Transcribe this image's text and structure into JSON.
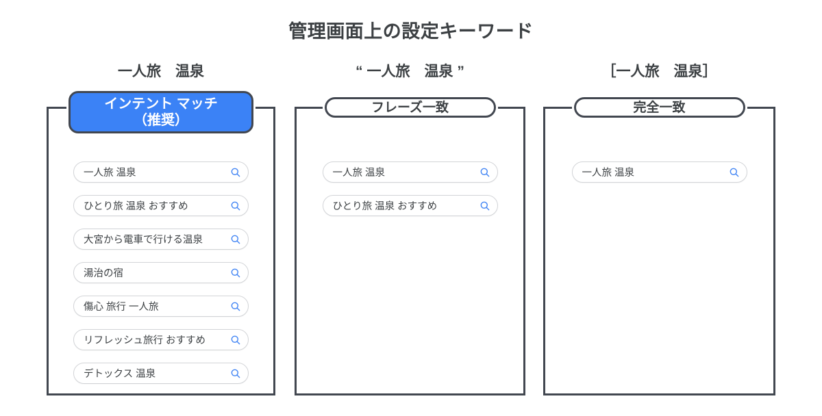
{
  "title": "管理画面上の設定キーワード",
  "colors": {
    "frame": "#424750",
    "badge_primary_bg": "#3b82f6",
    "badge_primary_text": "#ffffff",
    "text": "#3c4043",
    "chip_border": "#d2d4d7",
    "search_icon": "#4285f4",
    "background": "#ffffff"
  },
  "columns": [
    {
      "query": "一人旅　温泉",
      "badge_label": "インテント マッチ\n（推奨）",
      "badge_style": "primary",
      "chips": [
        {
          "text": "一人旅 温泉",
          "icon": "search-icon"
        },
        {
          "text": "ひとり旅 温泉 おすすめ",
          "icon": "search-icon"
        },
        {
          "text": "大宮から電車で行ける温泉",
          "icon": "search-icon"
        },
        {
          "text": "湯治の宿",
          "icon": "search-icon"
        },
        {
          "text": "傷心 旅行 一人旅",
          "icon": "search-icon"
        },
        {
          "text": "リフレッシュ旅行 おすすめ",
          "icon": "search-icon"
        },
        {
          "text": "デトックス 温泉",
          "icon": "search-icon"
        }
      ]
    },
    {
      "query": "“ 一人旅　温泉 ”",
      "badge_label": "フレーズ一致",
      "badge_style": "plain",
      "chips": [
        {
          "text": "一人旅 温泉",
          "icon": "search-icon"
        },
        {
          "text": "ひとり旅 温泉 おすすめ",
          "icon": "search-icon"
        }
      ]
    },
    {
      "query": "［一人旅　温泉］",
      "badge_label": "完全一致",
      "badge_style": "plain",
      "chips": [
        {
          "text": "一人旅 温泉",
          "icon": "search-icon"
        }
      ]
    }
  ]
}
